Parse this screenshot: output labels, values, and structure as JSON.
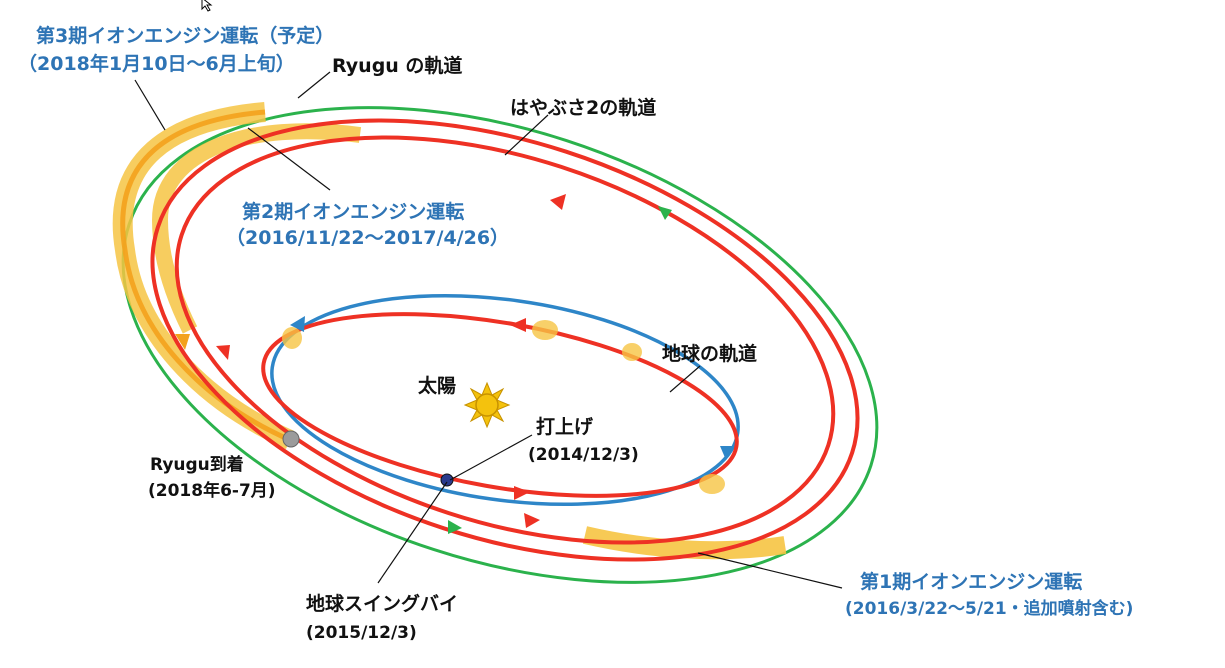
{
  "colors": {
    "hayabusa2_orbit": "#ee3124",
    "earth_orbit": "#2e86c8",
    "ryugu_orbit": "#2bb24c",
    "ion_engine_band": "#f6c443",
    "ion_engine_band_core": "#f3a21d",
    "label_blue": "#2e74b5",
    "label_black": "#111111",
    "sun": "#f4c20d"
  },
  "labels": {
    "phase3_title": "第3期イオンエンジン運転（予定）",
    "phase3_dates": "（2018年1月10日～6月上旬）",
    "ryugu_orbit": "Ryugu の軌道",
    "hayabusa2_orbit": "はやぶさ2の軌道",
    "phase2_title": "第2期イオンエンジン運転",
    "phase2_dates": "（2016/11/22～2017/4/26）",
    "earth_orbit": "地球の軌道",
    "sun": "太陽",
    "launch_title": "打上げ",
    "launch_date": "(2014/12/3)",
    "arrival_title": "Ryugu到着",
    "arrival_date": "(2018年6-7月)",
    "swingby_title": "地球スイングバイ",
    "swingby_date": "(2015/12/3)",
    "phase1_title": "第1期イオンエンジン運転",
    "phase1_dates": "(2016/3/22～5/21・追加噴射含む)"
  },
  "icons": {
    "sun": "sun-icon",
    "earth": "earth-icon",
    "ryugu": "asteroid-ryugu-icon",
    "cursor": "mouse-cursor-icon"
  }
}
